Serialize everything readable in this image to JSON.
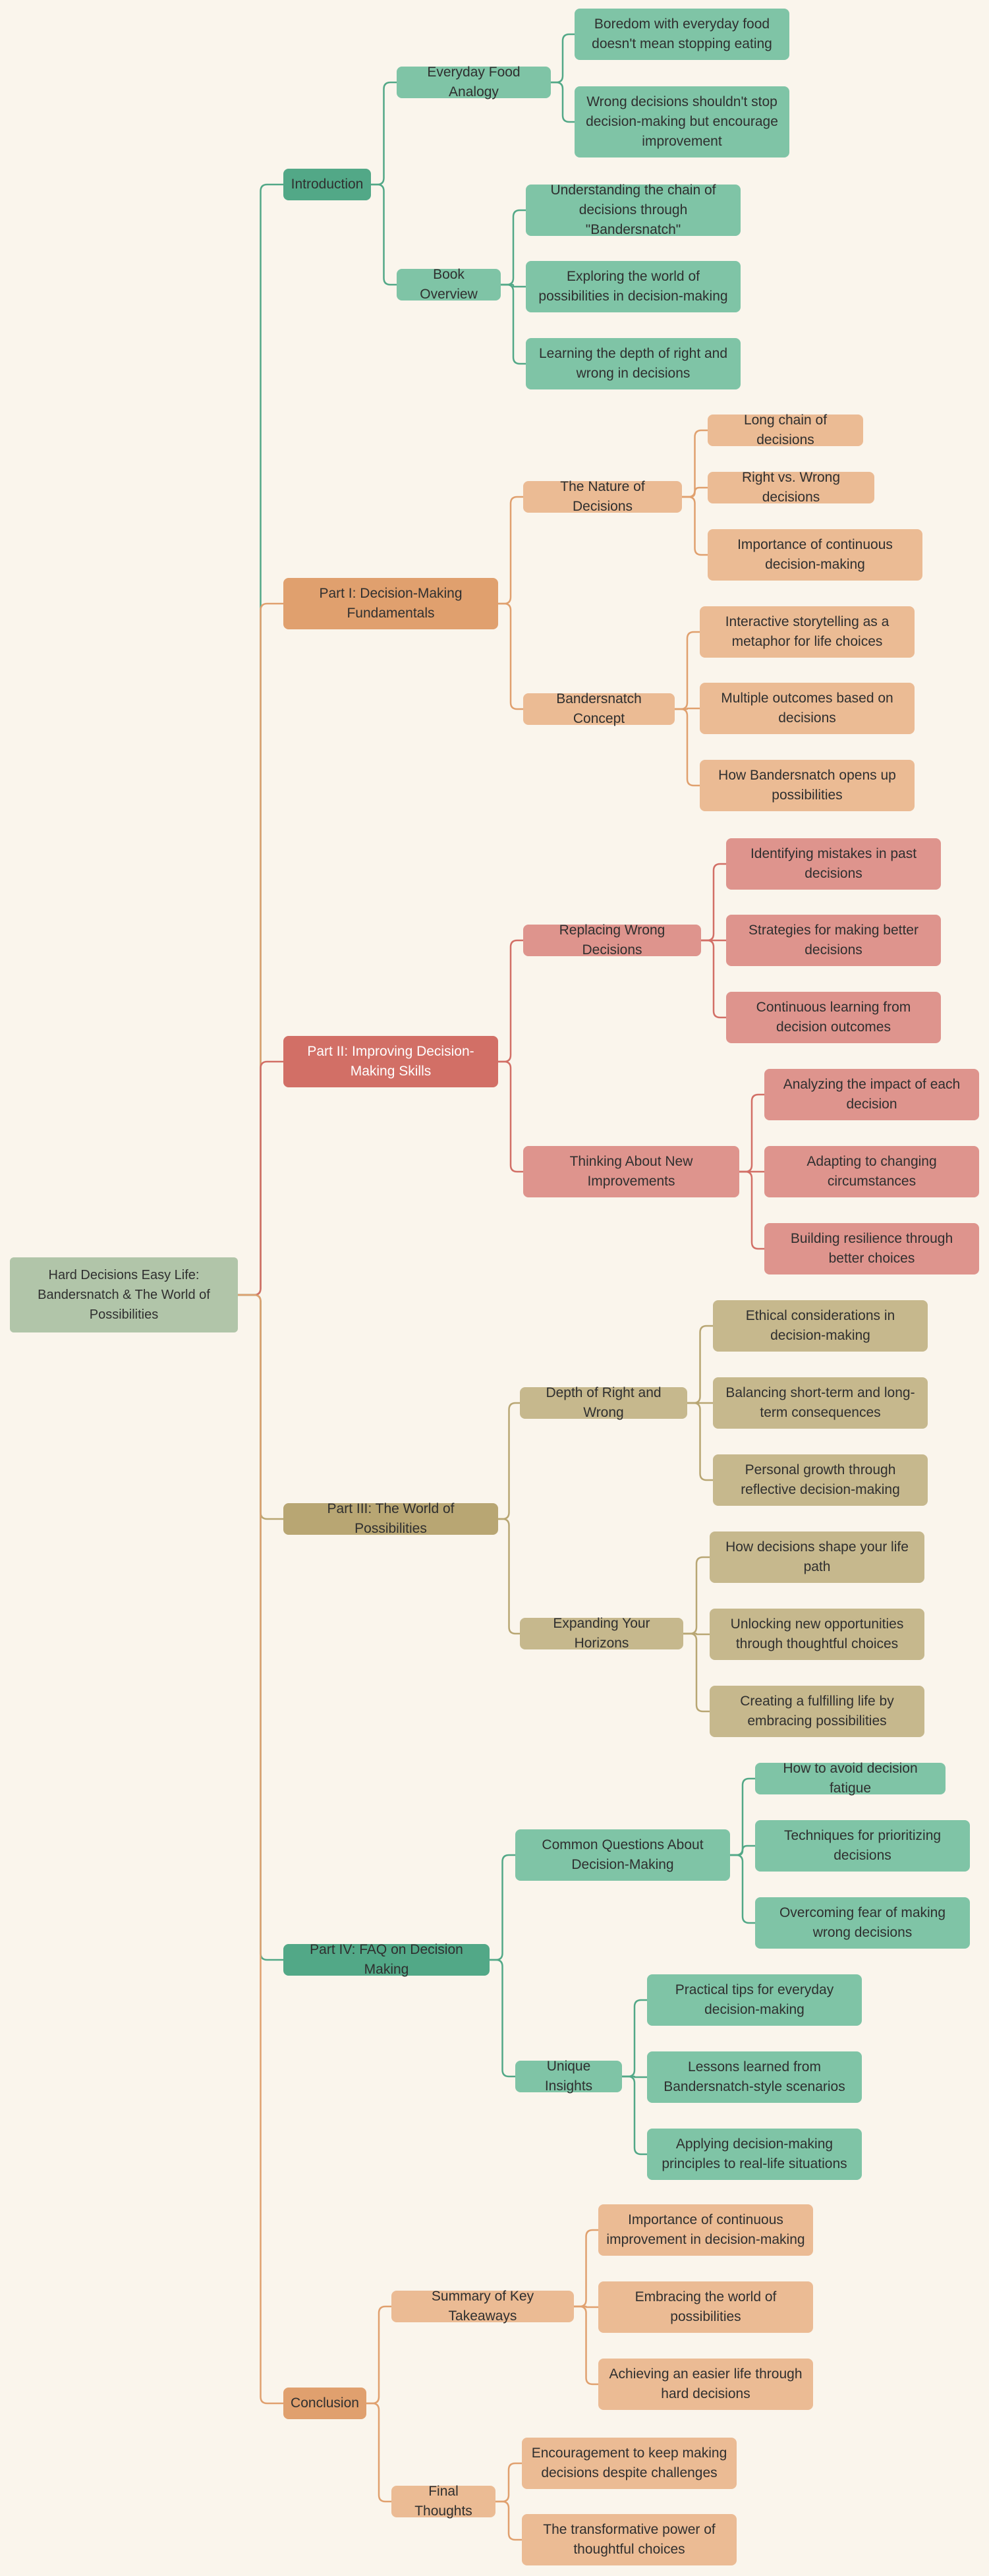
{
  "root": {
    "label": "Hard Decisions Easy Life: Bandersnatch & The World of Possibilities",
    "color": "#b1c5a9"
  },
  "branches": [
    {
      "label": "Introduction",
      "color": "#52a887",
      "line": "#52a887",
      "sub_color": "#7fc4a6",
      "children": [
        {
          "label": "Everyday Food Analogy",
          "children": [
            "Boredom with everyday food doesn't mean stopping eating",
            "Wrong decisions shouldn't stop decision-making but encourage improvement"
          ]
        },
        {
          "label": "Book Overview",
          "children": [
            "Understanding the chain of decisions through \"Bandersnatch\"",
            "Exploring the world of possibilities in decision-making",
            "Learning the depth of right and wrong in decisions"
          ]
        }
      ]
    },
    {
      "label": "Part I: Decision-Making Fundamentals",
      "color": "#e0a06e",
      "line": "#e0a06e",
      "sub_color": "#ebbb94",
      "children": [
        {
          "label": "The Nature of Decisions",
          "children": [
            "Long chain of decisions",
            "Right vs. Wrong decisions",
            "Importance of continuous decision-making"
          ]
        },
        {
          "label": "Bandersnatch Concept",
          "children": [
            "Interactive storytelling as a metaphor for life choices",
            "Multiple outcomes based on decisions",
            "How Bandersnatch opens up possibilities"
          ]
        }
      ]
    },
    {
      "label": "Part II: Improving Decision-Making Skills",
      "color": "#d26f66",
      "line": "#d26f66",
      "sub_color": "#de948d",
      "light_text": true,
      "children": [
        {
          "label": "Replacing Wrong Decisions",
          "children": [
            "Identifying mistakes in past decisions",
            "Strategies for making better decisions",
            "Continuous learning from decision outcomes"
          ]
        },
        {
          "label": "Thinking About New Improvements",
          "children": [
            "Analyzing the impact of each decision",
            "Adapting to changing circumstances",
            "Building resilience through better choices"
          ]
        }
      ]
    },
    {
      "label": "Part III: The World of Possibilities",
      "color": "#b8a673",
      "line": "#b8a673",
      "sub_color": "#c6b88d",
      "children": [
        {
          "label": "Depth of Right and Wrong",
          "children": [
            "Ethical considerations in decision-making",
            "Balancing short-term and long-term consequences",
            "Personal growth through reflective decision-making"
          ]
        },
        {
          "label": "Expanding Your Horizons",
          "children": [
            "How decisions shape your life path",
            "Unlocking new opportunities through thoughtful choices",
            "Creating a fulfilling life by embracing possibilities"
          ]
        }
      ]
    },
    {
      "label": "Part IV: FAQ on Decision Making",
      "color": "#52a887",
      "line": "#52a887",
      "sub_color": "#7fc4a6",
      "children": [
        {
          "label": "Common Questions About Decision-Making",
          "children": [
            "How to avoid decision fatigue",
            "Techniques for prioritizing decisions",
            "Overcoming fear of making wrong decisions"
          ]
        },
        {
          "label": "Unique Insights",
          "children": [
            "Practical tips for everyday decision-making",
            "Lessons learned from Bandersnatch-style scenarios",
            "Applying decision-making principles to real-life situations"
          ]
        }
      ]
    },
    {
      "label": "Conclusion",
      "color": "#e0a06e",
      "line": "#e0a06e",
      "sub_color": "#ebbb94",
      "children": [
        {
          "label": "Summary of Key Takeaways",
          "children": [
            "Importance of continuous improvement in decision-making",
            "Embracing the world of possibilities",
            "Achieving an easier life through hard decisions"
          ]
        },
        {
          "label": "Final Thoughts",
          "children": [
            "Encouragement to keep making decisions despite challenges",
            "The transformative power of thoughtful choices"
          ]
        }
      ]
    }
  ]
}
